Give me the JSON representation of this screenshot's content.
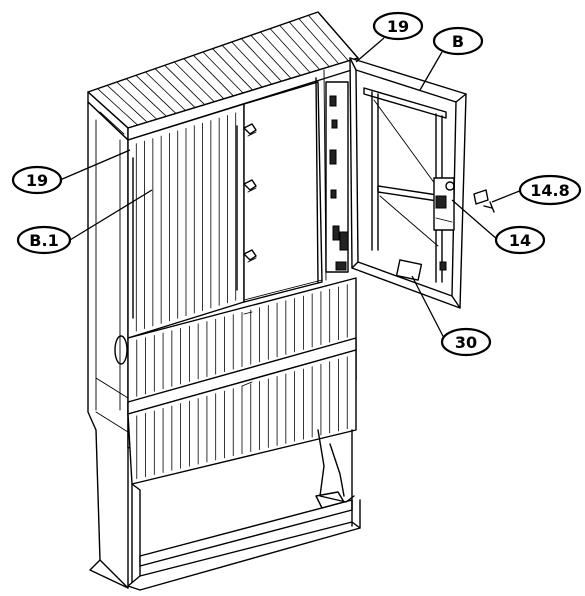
{
  "callouts": {
    "left_19": "19",
    "top_19": "19",
    "b": "B",
    "b1": "B.1",
    "c14_8": "14.8",
    "c14": "14",
    "c30": "30"
  }
}
